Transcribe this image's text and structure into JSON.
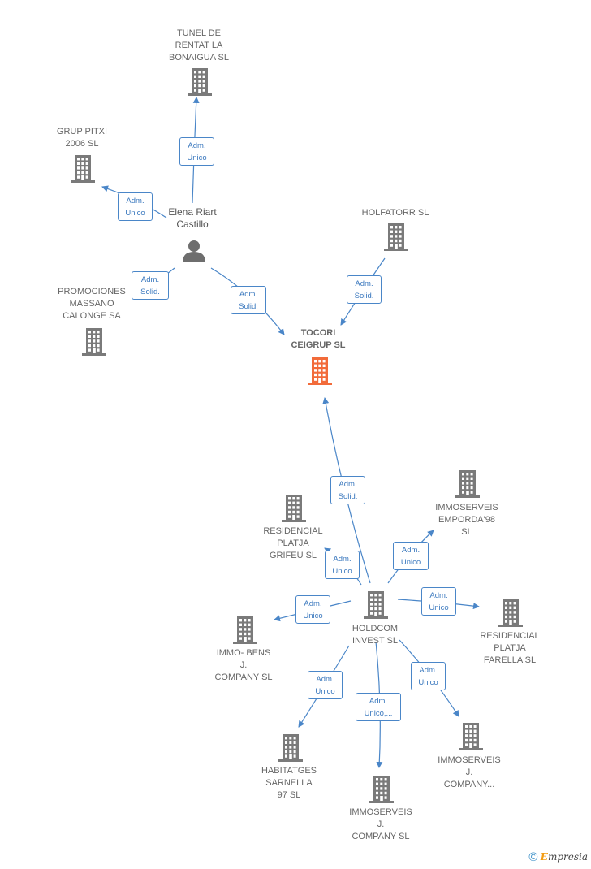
{
  "colors": {
    "edge": "#4a86c8",
    "building": "#7a7a7a",
    "building_focus": "#f26b3a",
    "person": "#6e6e6e"
  },
  "nodes": {
    "tunel": {
      "lines": [
        "TUNEL DE",
        "RENTAT LA",
        "BONAIGUA SL"
      ],
      "icon": "building-icon"
    },
    "pitxi": {
      "lines": [
        "GRUP PITXI",
        "2006  SL"
      ],
      "icon": "building-icon"
    },
    "elena": {
      "lines": [
        "Elena Riart",
        "Castillo"
      ],
      "icon": "person-icon"
    },
    "holfatorr": {
      "lines": [
        "HOLFATORR SL"
      ],
      "icon": "building-icon"
    },
    "promociones": {
      "lines": [
        "PROMOCIONES",
        "MASSANO",
        "CALONGE SA"
      ],
      "icon": "building-icon"
    },
    "tocori": {
      "lines": [
        "TOCORI",
        "CEIGRUP  SL"
      ],
      "icon": "building-icon"
    },
    "emporda": {
      "lines": [
        "IMMOSERVEIS",
        "EMPORDA'98",
        "SL"
      ],
      "icon": "building-icon"
    },
    "grifeu": {
      "lines": [
        "RESIDENCIAL",
        "PLATJA",
        "GRIFEU  SL"
      ],
      "icon": "building-icon"
    },
    "holdcom": {
      "lines": [
        "HOLDCOM",
        "INVEST SL"
      ],
      "icon": "building-icon"
    },
    "farella": {
      "lines": [
        "RESIDENCIAL",
        "PLATJA",
        "FARELLA  SL"
      ],
      "icon": "building-icon"
    },
    "immobens": {
      "lines": [
        "IMMO- BENS",
        "J.",
        "COMPANY  SL"
      ],
      "icon": "building-icon"
    },
    "sarnella": {
      "lines": [
        "HABITATGES",
        "SARNELLA",
        "97  SL"
      ],
      "icon": "building-icon"
    },
    "immoj1": {
      "lines": [
        "IMMOSERVEIS",
        "J.",
        "COMPANY..."
      ],
      "icon": "building-icon"
    },
    "immoj2": {
      "lines": [
        "IMMOSERVEIS",
        "J.",
        "COMPANY SL"
      ],
      "icon": "building-icon"
    }
  },
  "edges": [
    {
      "from": "elena",
      "to": "tunel",
      "label": [
        "Adm.",
        "Unico"
      ]
    },
    {
      "from": "elena",
      "to": "pitxi",
      "label": [
        "Adm.",
        "Unico"
      ]
    },
    {
      "from": "elena",
      "to": "promociones",
      "label": [
        "Adm.",
        "Solid."
      ]
    },
    {
      "from": "elena",
      "to": "tocori",
      "label": [
        "Adm.",
        "Solid."
      ]
    },
    {
      "from": "holfatorr",
      "to": "tocori",
      "label": [
        "Adm.",
        "Solid."
      ]
    },
    {
      "from": "holdcom",
      "to": "tocori",
      "label": [
        "Adm.",
        "Solid."
      ]
    },
    {
      "from": "holdcom",
      "to": "emporda",
      "label": [
        "Adm.",
        "Unico"
      ]
    },
    {
      "from": "holdcom",
      "to": "grifeu",
      "label": [
        "Adm.",
        "Unico"
      ]
    },
    {
      "from": "holdcom",
      "to": "farella",
      "label": [
        "Adm.",
        "Unico"
      ]
    },
    {
      "from": "holdcom",
      "to": "immobens",
      "label": [
        "Adm.",
        "Unico"
      ]
    },
    {
      "from": "holdcom",
      "to": "sarnella",
      "label": [
        "Adm.",
        "Unico"
      ]
    },
    {
      "from": "holdcom",
      "to": "immoj1",
      "label": [
        "Adm.",
        "Unico"
      ]
    },
    {
      "from": "holdcom",
      "to": "immoj2",
      "label": [
        "Adm.",
        "Unico,..."
      ]
    }
  ],
  "footer": {
    "copyright": "©",
    "brand_initial": "E",
    "brand_rest": "mpresia"
  }
}
